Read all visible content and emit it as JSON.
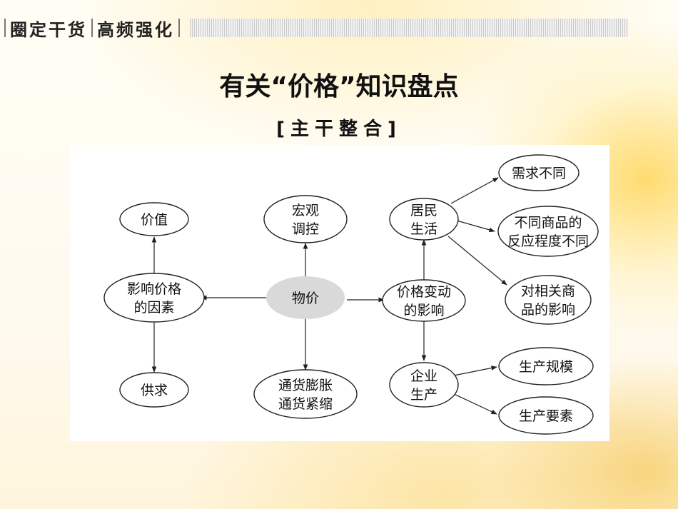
{
  "header": {
    "left_text": "圈定干货",
    "right_text": "高频强化"
  },
  "page_title": "有关“价格”知识盘点",
  "subtitle": "[主干整合]",
  "diagram": {
    "nodes": {
      "center": "物价",
      "price_value": "价值",
      "macro_control": [
        "宏观",
        "调控"
      ],
      "factors": [
        "影响价格",
        "的因素"
      ],
      "supply_demand": "供求",
      "inflation_deflation": [
        "通货膨胀",
        "通货紧缩"
      ],
      "price_change_effect": [
        "价格变动",
        "的影响"
      ],
      "residents_life": [
        "居民",
        "生活"
      ],
      "demand_differs": "需求不同",
      "reaction_differs": [
        "不同商品的",
        "反应程度不同"
      ],
      "related_goods": [
        "对相关商",
        "品的影响"
      ],
      "enterprise_production": [
        "企业",
        "生产"
      ],
      "production_scale": "生产规模",
      "production_factors": "生产要素"
    }
  }
}
